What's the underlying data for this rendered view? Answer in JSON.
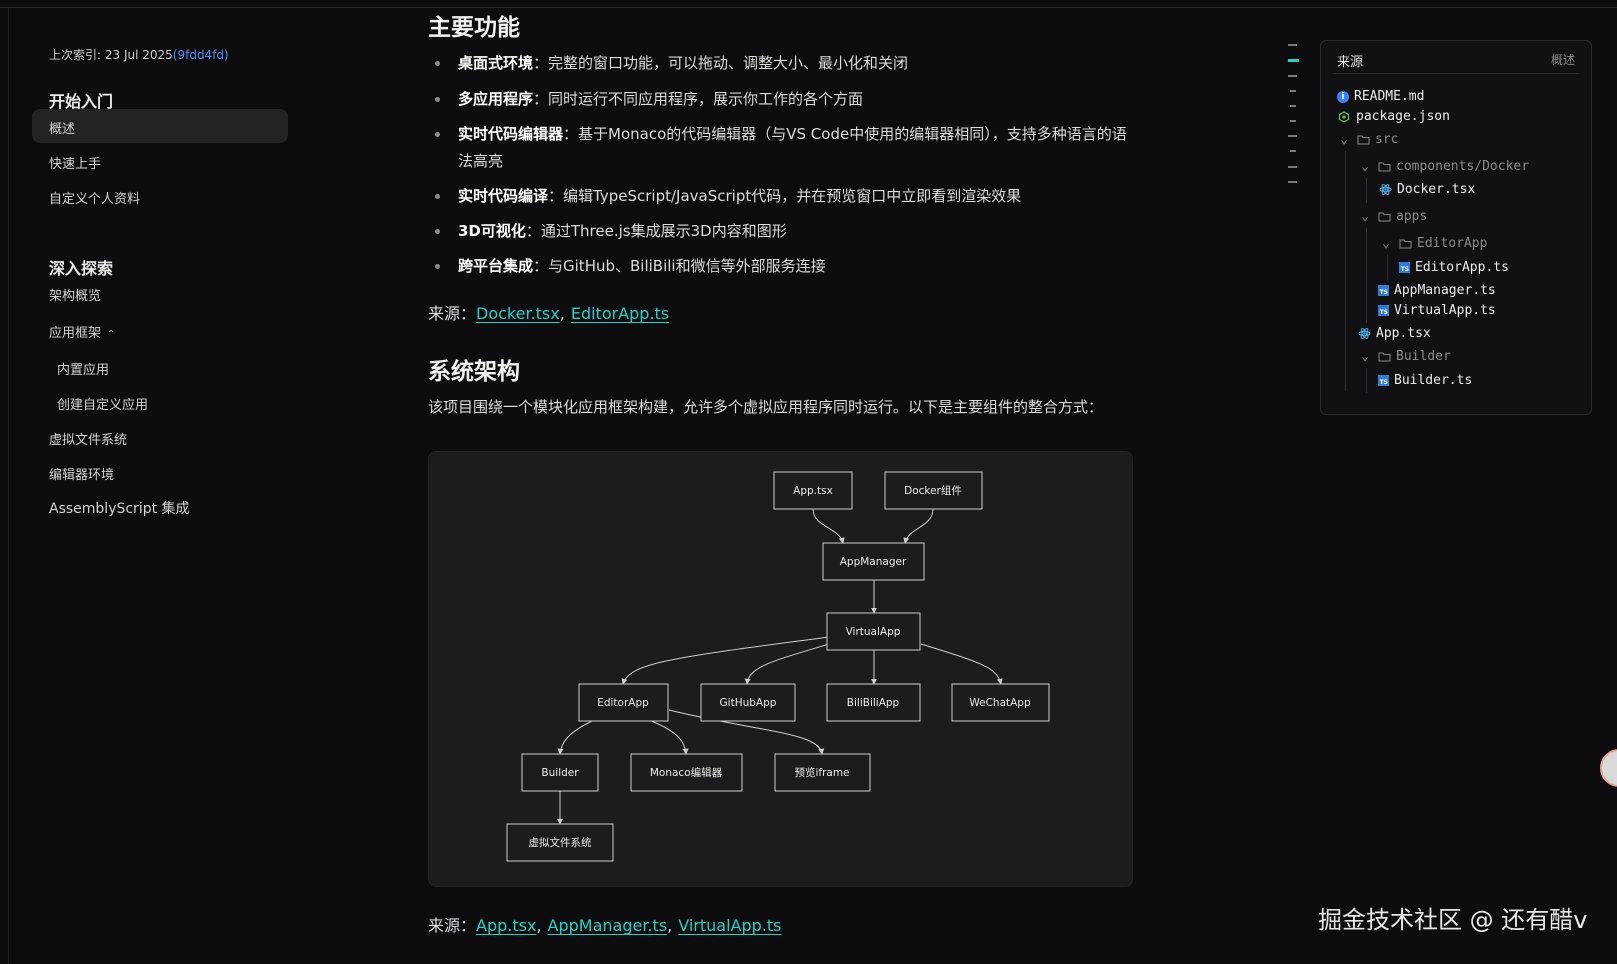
{
  "sidebar": {
    "last_indexed_label": "上次索引: 23 Jul 2025",
    "commit": "(9fdd4fd)",
    "group1_title": "开始入门",
    "group1_items": [
      "概述",
      "快速上手",
      "自定义个人资料"
    ],
    "group2_title": "深入探索",
    "group2_items": [
      "架构概览",
      "应用框架",
      "内置应用",
      "创建自定义应用",
      "虚拟文件系统",
      "编辑器环境",
      "AssemblyScript 集成"
    ]
  },
  "main": {
    "features_title": "主要功能",
    "features": [
      {
        "bold": "桌面式环境",
        "text": "：完整的窗口功能，可以拖动、调整大小、最小化和关闭"
      },
      {
        "bold": "多应用程序",
        "text": "：同时运行不同应用程序，展示你工作的各个方面"
      },
      {
        "bold": "实时代码编辑器",
        "text": "：基于Monaco的代码编辑器（与VS Code中使用的编辑器相同），支持多种语言的语法高亮"
      },
      {
        "bold": "实时代码编译",
        "text": "：编辑TypeScript/JavaScript代码，并在预览窗口中立即看到渲染效果"
      },
      {
        "bold": "3D可视化",
        "text": "：通过Three.js集成展示3D内容和图形"
      },
      {
        "bold": "跨平台集成",
        "text": "：与GitHub、BiliBili和微信等外部服务连接"
      }
    ],
    "source_label": "来源：",
    "sources1": [
      "Docker.tsx",
      "EditorApp.ts"
    ],
    "arch_title": "系统架构",
    "arch_paragraph": "该项目围绕一个模块化应用框架构建，允许多个虚拟应用程序同时运行。以下是主要组件的整合方式：",
    "sources2": [
      "App.tsx",
      "AppManager.ts",
      "VirtualApp.ts"
    ]
  },
  "diagram": {
    "nodes": {
      "app": "App.tsx",
      "docker": "Docker组件",
      "manager": "AppManager",
      "virtual": "VirtualApp",
      "editor": "EditorApp",
      "github": "GitHubApp",
      "bili": "BiliBiliApp",
      "wechat": "WeChatApp",
      "builder": "Builder",
      "monaco": "Monaco编辑器",
      "preview": "预览iframe",
      "vfs": "虚拟文件系统"
    }
  },
  "sources_panel": {
    "title": "来源",
    "tab": "概述",
    "tree": [
      "README.md",
      "package.json",
      "src",
      "components/Docker",
      "Docker.tsx",
      "apps",
      "EditorApp",
      "EditorApp.ts",
      "AppManager.ts",
      "VirtualApp.ts",
      "App.tsx",
      "Builder",
      "Builder.ts"
    ]
  },
  "watermark": "掘金技术社区 @ 还有醋v",
  "colors": {
    "accent": "#22d3c5",
    "link_blue": "#4e8ff7",
    "bg": "#0d0d0f",
    "panel": "#1c1c1e"
  }
}
